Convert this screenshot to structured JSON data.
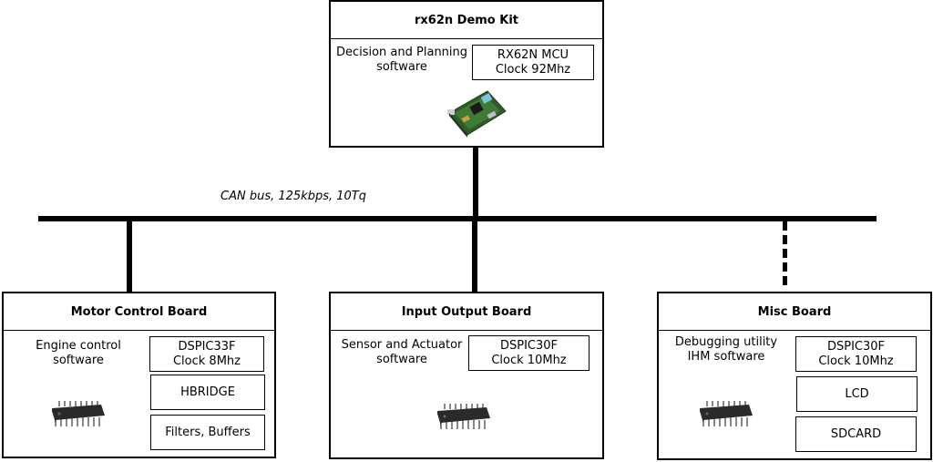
{
  "bus": {
    "label": "CAN bus, 125kbps, 10Tq"
  },
  "boards": {
    "demo_kit": {
      "title": "rx62n Demo Kit",
      "description": "Decision and Planning\nsoftware",
      "chips": [
        "RX62N MCU\nClock 92Mhz"
      ],
      "icon": "dev-board-icon"
    },
    "motor": {
      "title": "Motor Control Board",
      "description": "Engine control\nsoftware",
      "chips": [
        "DSPIC33F\nClock 8Mhz",
        "HBRIDGE",
        "Filters, Buffers"
      ],
      "icon": "dip-chip-icon"
    },
    "io": {
      "title": "Input Output Board",
      "description": "Sensor and Actuator\nsoftware",
      "chips": [
        "DSPIC30F\nClock 10Mhz"
      ],
      "icon": "dip-chip-icon"
    },
    "misc": {
      "title": "Misc Board",
      "description": "Debugging utility\nIHM software",
      "chips": [
        "DSPIC30F\nClock 10Mhz",
        "LCD",
        "SDCARD"
      ],
      "icon": "dip-chip-icon"
    }
  }
}
